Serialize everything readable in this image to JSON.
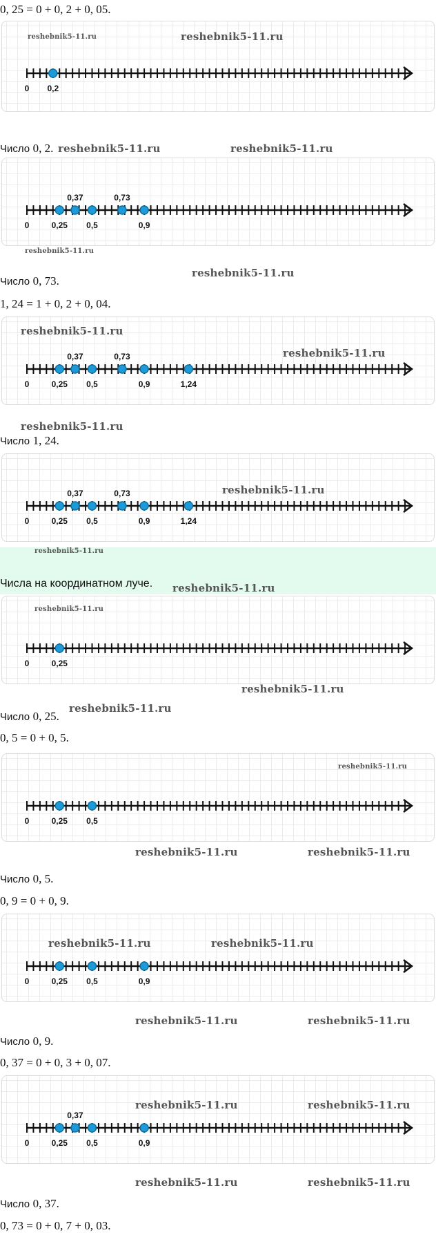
{
  "watermark": "reshebnik5-11.ru",
  "texts": {
    "eq1": "0, 25 = 0 + 0, 2 + 0, 05.",
    "ans2_word": "Число",
    "ans2_num": "0, 2.",
    "ans73_word": "Число",
    "ans73_num": "0, 73.",
    "eq124": "1, 24 = 1 + 0, 2 + 0, 04.",
    "ans124_word": "Число",
    "ans124_num": "1, 24.",
    "section_title": "Числа на координатном луче.",
    "ans25_word": "Число",
    "ans25_num": "0, 25.",
    "eq05": "0, 5 = 0 + 0, 5.",
    "ans05_word": "Число",
    "ans05_num": "0, 5.",
    "eq09": "0, 9 = 0 + 0, 9.",
    "ans09_word": "Число",
    "ans09_num": "0, 9.",
    "eq037": "0, 37 = 0 + 0, 3 + 0, 07.",
    "ans037_word": "Число",
    "ans037_num": "0, 37.",
    "eq073": "0, 73 = 0 + 0, 7 + 0, 03."
  },
  "number_lines": [
    {
      "points": [
        {
          "value": 0.2,
          "label": "0,2",
          "pos": "below"
        }
      ]
    },
    {
      "points": [
        {
          "value": 0.25,
          "label": "0,25",
          "pos": "below"
        },
        {
          "value": 0.37,
          "label": "0,37",
          "pos": "above"
        },
        {
          "value": 0.5,
          "label": "0,5",
          "pos": "below"
        },
        {
          "value": 0.73,
          "label": "0,73",
          "pos": "above"
        },
        {
          "value": 0.9,
          "label": "0,9",
          "pos": "below"
        }
      ]
    },
    {
      "points": [
        {
          "value": 0.25,
          "label": "0,25",
          "pos": "below"
        },
        {
          "value": 0.37,
          "label": "0,37",
          "pos": "above"
        },
        {
          "value": 0.5,
          "label": "0,5",
          "pos": "below"
        },
        {
          "value": 0.73,
          "label": "0,73",
          "pos": "above"
        },
        {
          "value": 0.9,
          "label": "0,9",
          "pos": "below"
        },
        {
          "value": 1.24,
          "label": "1,24",
          "pos": "below"
        }
      ]
    },
    {
      "points": [
        {
          "value": 0.25,
          "label": "0,25",
          "pos": "below"
        },
        {
          "value": 0.37,
          "label": "0,37",
          "pos": "above"
        },
        {
          "value": 0.5,
          "label": "0,5",
          "pos": "below"
        },
        {
          "value": 0.73,
          "label": "0,73",
          "pos": "above"
        },
        {
          "value": 0.9,
          "label": "0,9",
          "pos": "below"
        },
        {
          "value": 1.24,
          "label": "1,24",
          "pos": "below"
        }
      ]
    },
    {
      "points": [
        {
          "value": 0.25,
          "label": "0,25",
          "pos": "below"
        }
      ]
    },
    {
      "points": [
        {
          "value": 0.25,
          "label": "0,25",
          "pos": "below"
        },
        {
          "value": 0.5,
          "label": "0,5",
          "pos": "below"
        }
      ]
    },
    {
      "points": [
        {
          "value": 0.25,
          "label": "0,25",
          "pos": "below"
        },
        {
          "value": 0.5,
          "label": "0,5",
          "pos": "below"
        },
        {
          "value": 0.9,
          "label": "0,9",
          "pos": "below"
        }
      ]
    },
    {
      "points": [
        {
          "value": 0.25,
          "label": "0,25",
          "pos": "below"
        },
        {
          "value": 0.37,
          "label": "0,37",
          "pos": "above"
        },
        {
          "value": 0.5,
          "label": "0,5",
          "pos": "below"
        },
        {
          "value": 0.9,
          "label": "0,9",
          "pos": "below"
        }
      ]
    }
  ],
  "origin_label": "0"
}
